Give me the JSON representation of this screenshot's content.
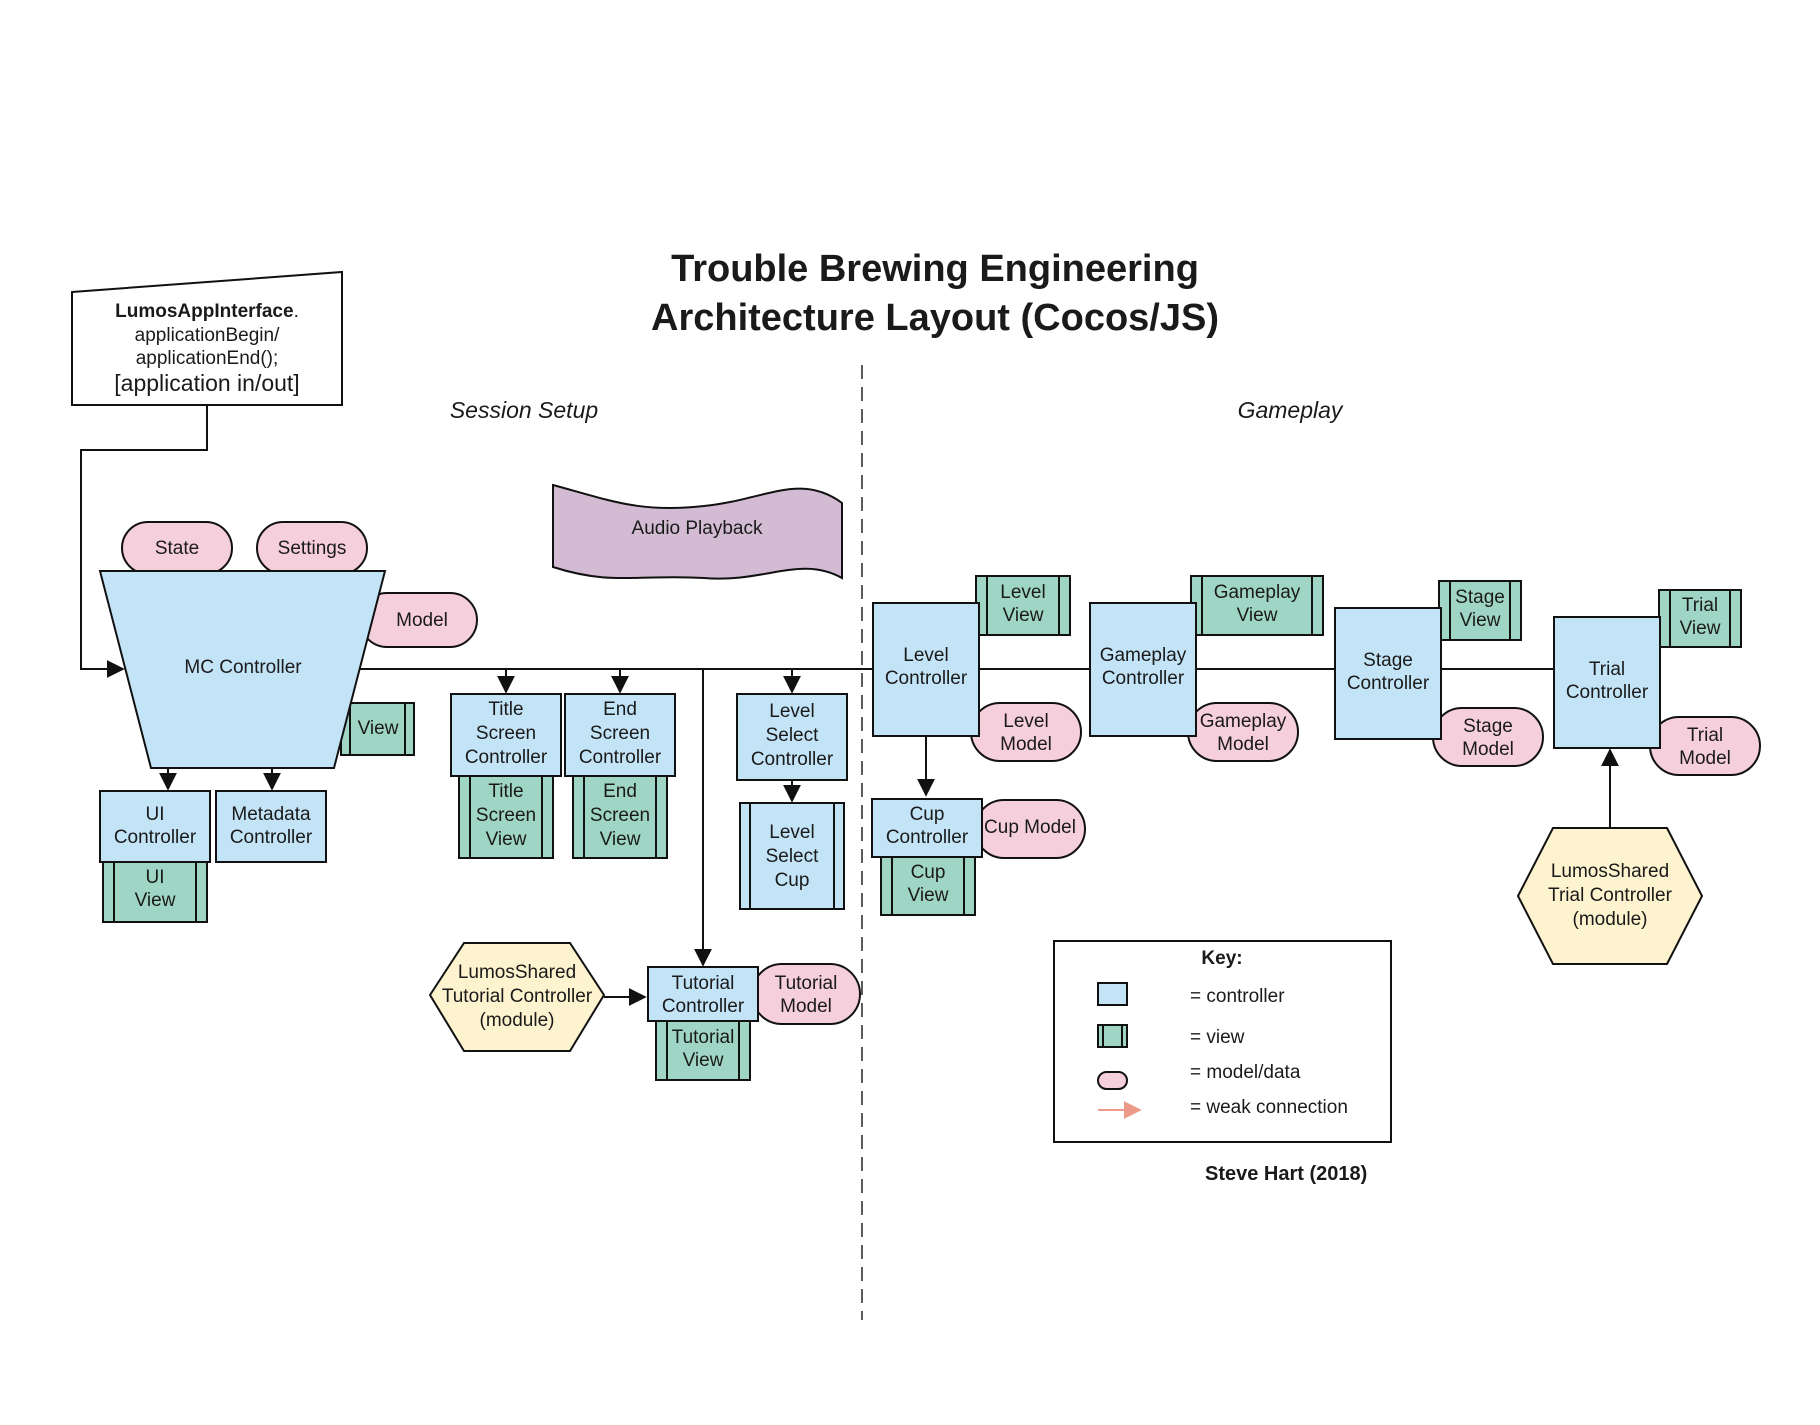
{
  "title": {
    "line1": "Trouble Brewing Engineering",
    "line2": "Architecture Layout (Cocos/JS)"
  },
  "sections": {
    "left": "Session Setup",
    "right": "Gameplay"
  },
  "interface_box": {
    "bold": "LumosAppInterface",
    "bold_suffix": ".",
    "line2": "applicationBegin/",
    "line3": "applicationEnd();",
    "line4": "[application in/out]"
  },
  "nodes": {
    "state": {
      "label": "State"
    },
    "settings": {
      "label": "Settings"
    },
    "mc_model": {
      "label": "Model"
    },
    "mc_controller": {
      "label": "MC Controller"
    },
    "mc_view": {
      "label": "View"
    },
    "audio": {
      "label": "Audio Playback"
    },
    "ui_controller": {
      "l1": "UI",
      "l2": "Controller"
    },
    "ui_view": {
      "l1": "UI",
      "l2": "View"
    },
    "metadata_controller": {
      "l1": "Metadata",
      "l2": "Controller"
    },
    "title_controller": {
      "l1": "Title",
      "l2": "Screen",
      "l3": "Controller"
    },
    "title_view": {
      "l1": "Title",
      "l2": "Screen",
      "l3": "View"
    },
    "end_controller": {
      "l1": "End",
      "l2": "Screen",
      "l3": "Controller"
    },
    "end_view": {
      "l1": "End",
      "l2": "Screen",
      "l3": "View"
    },
    "levelselect_controller": {
      "l1": "Level",
      "l2": "Select",
      "l3": "Controller"
    },
    "levelselect_cup": {
      "l1": "Level",
      "l2": "Select",
      "l3": "Cup"
    },
    "tutorial_module": {
      "l1": "LumosShared",
      "l2": "Tutorial Controller",
      "l3": "(module)"
    },
    "tutorial_controller": {
      "l1": "Tutorial",
      "l2": "Controller"
    },
    "tutorial_model": {
      "l1": "Tutorial",
      "l2": "Model"
    },
    "tutorial_view": {
      "l1": "Tutorial",
      "l2": "View"
    },
    "level_view": {
      "l1": "Level",
      "l2": "View"
    },
    "level_controller": {
      "l1": "Level",
      "l2": "Controller"
    },
    "level_model": {
      "l1": "Level",
      "l2": "Model"
    },
    "cup_controller": {
      "l1": "Cup",
      "l2": "Controller"
    },
    "cup_model": {
      "label": "Cup Model"
    },
    "cup_view": {
      "l1": "Cup",
      "l2": "View"
    },
    "gameplay_view": {
      "l1": "Gameplay",
      "l2": "View"
    },
    "gameplay_controller": {
      "l1": "Gameplay",
      "l2": "Controller"
    },
    "gameplay_model": {
      "l1": "Gameplay",
      "l2": "Model"
    },
    "stage_view": {
      "l1": "Stage",
      "l2": "View"
    },
    "stage_controller": {
      "l1": "Stage",
      "l2": "Controller"
    },
    "stage_model": {
      "l1": "Stage",
      "l2": "Model"
    },
    "trial_view": {
      "l1": "Trial",
      "l2": "View"
    },
    "trial_controller": {
      "l1": "Trial",
      "l2": "Controller"
    },
    "trial_model": {
      "l1": "Trial",
      "l2": "Model"
    },
    "trial_module": {
      "l1": "LumosShared",
      "l2": "Trial Controller",
      "l3": "(module)"
    }
  },
  "key": {
    "title": "Key:",
    "controller": "= controller",
    "view": "= view",
    "model": "= model/data",
    "weak": "= weak connection",
    "weak_color": "#ee9a8a"
  },
  "author": "Steve Hart (2018)",
  "colors": {
    "controller": "#c3e3f7",
    "view": "#9fd5c4",
    "model": "#f6cfdc",
    "module": "#fdf3cf",
    "audio": "#d3bcd3"
  }
}
